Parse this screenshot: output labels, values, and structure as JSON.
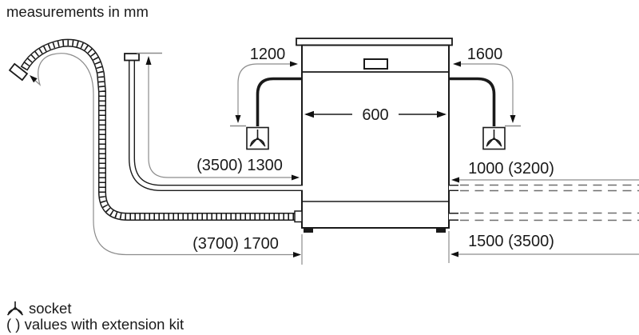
{
  "title_note": "measurements in mm",
  "appliance": {
    "width": "600"
  },
  "dimensions": {
    "left_cable_to_socket": "1200",
    "right_cable_to_socket": "1600",
    "left_supply_hose": "(3500) 1300",
    "right_supply_hose": "1000 (3200)",
    "left_drain_hose": "(3700) 1700",
    "right_drain_hose": "1500 (3500)"
  },
  "legend": {
    "socket_label": "socket",
    "extension_note": "( ) values with extension kit"
  },
  "colors": {
    "line": "#1a1a1a",
    "dimension_line": "#8c8c8c",
    "dashed_hose": "#6e6e6e",
    "background": "#ffffff"
  }
}
